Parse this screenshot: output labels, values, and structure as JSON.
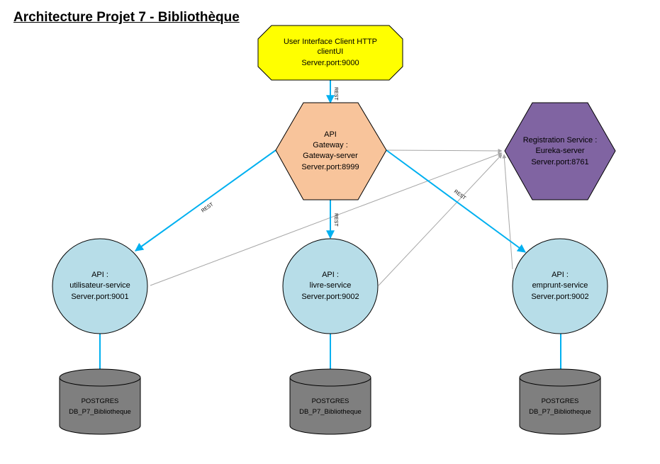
{
  "title": "Architecture Projet 7 - Bibliothèque",
  "colors": {
    "client": "#ffff00",
    "gateway": "#f8c49b",
    "registry": "#8064a2",
    "service": "#b7dde8",
    "database": "#7f7f7f",
    "rest_arrow": "#00b0f0",
    "registry_link": "#a6a6a6"
  },
  "nodes": {
    "client": [
      "User Interface Client HTTP",
      "clientUI",
      "Server.port:9000"
    ],
    "gateway": [
      "API",
      "Gateway :",
      "Gateway-server",
      "Server.port:8999"
    ],
    "registry": [
      "Registration Service :",
      "Eureka-server",
      "Server.port:8761"
    ],
    "utilisateur": [
      "API :",
      "utilisateur-service",
      "Server.port:9001"
    ],
    "livre": [
      "API :",
      "livre-service",
      "Server.port:9002"
    ],
    "emprunt": [
      "API :",
      "emprunt-service",
      "Server.port:9002"
    ],
    "db1": [
      "POSTGRES",
      "DB_P7_Bibliotheque"
    ],
    "db2": [
      "POSTGRES",
      "DB_P7_Bibliotheque"
    ],
    "db3": [
      "POSTGRES",
      "DB_P7_Bibliotheque"
    ]
  },
  "edge_labels": {
    "client_gateway": "REST",
    "gateway_utilisateur": "REST",
    "gateway_livre": "REST",
    "gateway_emprunt": "REST"
  }
}
